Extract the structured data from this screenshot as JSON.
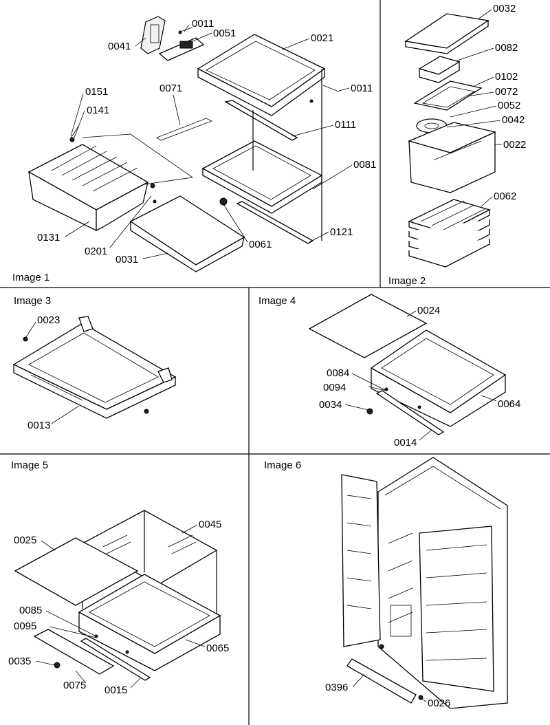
{
  "panels": [
    {
      "id": "p1",
      "title": "Image 1"
    },
    {
      "id": "p2",
      "title": "Image 2"
    },
    {
      "id": "p3",
      "title": "Image 3"
    },
    {
      "id": "p4",
      "title": "Image 4"
    },
    {
      "id": "p5",
      "title": "Image 5"
    },
    {
      "id": "p6",
      "title": "Image 6"
    }
  ],
  "labels": {
    "p1": [
      "0041",
      "0011",
      "0051",
      "0021",
      "0011",
      "0071",
      "0111",
      "0151",
      "0141",
      "0081",
      "0131",
      "0201",
      "0031",
      "0061",
      "0121"
    ],
    "p2": [
      "0032",
      "0082",
      "0102",
      "0072",
      "0052",
      "0042",
      "0022",
      "0062"
    ],
    "p3": [
      "0023",
      "0013"
    ],
    "p4": [
      "0024",
      "0084",
      "0094",
      "0034",
      "0064",
      "0014"
    ],
    "p5": [
      "0045",
      "0025",
      "0085",
      "0095",
      "0065",
      "0035",
      "0075",
      "0015"
    ],
    "p6": [
      "0396",
      "0026"
    ]
  }
}
